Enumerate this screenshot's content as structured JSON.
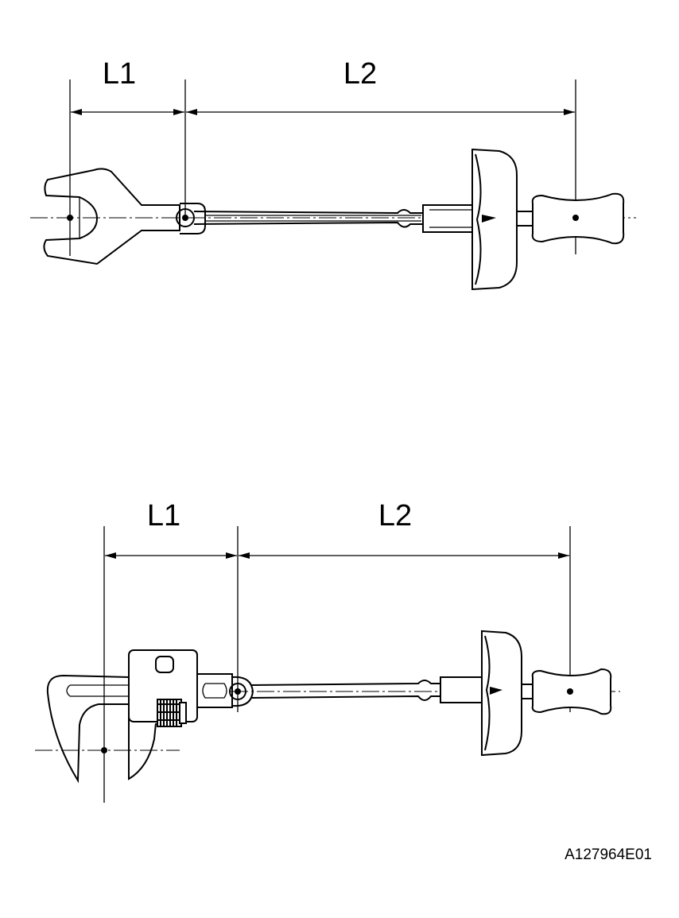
{
  "figure_1": {
    "dim_l1": "L1",
    "dim_l2": "L2"
  },
  "figure_2": {
    "dim_l1": "L1",
    "dim_l2": "L2"
  },
  "figure_code": "A127964E01"
}
